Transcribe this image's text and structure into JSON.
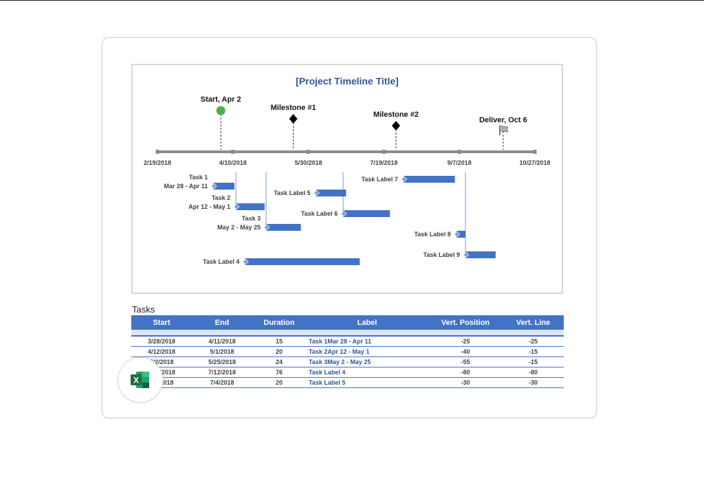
{
  "chart_data": {
    "type": "timeline",
    "title": "[Project Timeline Title]",
    "axis": {
      "ticks": [
        "2/19/2018",
        "4/10/2018",
        "5/30/2018",
        "7/19/2018",
        "9/7/2018",
        "10/27/2018"
      ],
      "range": [
        "2018-02-19",
        "2018-10-27"
      ]
    },
    "milestones": [
      {
        "label": "Start, Apr 2",
        "date": "2018-04-02",
        "marker": "circle",
        "color": "#4caf50",
        "height": 60
      },
      {
        "label": "Milestone #1",
        "date": "2018-05-20",
        "marker": "diamond",
        "color": "#000000",
        "height": 48
      },
      {
        "label": "Milestone #2",
        "date": "2018-07-27",
        "marker": "diamond",
        "color": "#000000",
        "height": 38
      },
      {
        "label": "Deliver, Oct 6",
        "date": "2018-10-06",
        "marker": "flag",
        "color": "#777777",
        "height": 30
      }
    ],
    "tasks": [
      {
        "label": "Task 1\nMar 28 - Apr 11",
        "start": "2018-03-28",
        "end": "2018-04-11",
        "position": -25,
        "line": -25
      },
      {
        "label": "Task 2\nApr 12 - May 1",
        "start": "2018-04-12",
        "end": "2018-05-01",
        "position": -40,
        "line": -15
      },
      {
        "label": "Task 3\nMay 2 - May 25",
        "start": "2018-05-02",
        "end": "2018-05-25",
        "position": -55,
        "line": -15
      },
      {
        "label": "Task Label 4",
        "start": "2018-04-18",
        "end": "2018-07-03",
        "position": -80,
        "line": -80
      },
      {
        "label": "Task Label 5",
        "start": "2018-06-04",
        "end": "2018-06-24",
        "position": -30,
        "line": -30
      },
      {
        "label": "Task Label 6",
        "start": "2018-06-22",
        "end": "2018-07-23",
        "position": -45,
        "line": -15
      },
      {
        "label": "Task Label 7",
        "start": "2018-08-01",
        "end": "2018-09-04",
        "position": -20,
        "line": -20
      },
      {
        "label": "Task Label 8",
        "start": "2018-09-05",
        "end": "2018-09-11",
        "position": -60,
        "line": -60
      },
      {
        "label": "Task Label 9",
        "start": "2018-09-11",
        "end": "2018-10-01",
        "position": -75,
        "line": -15
      }
    ],
    "colors": {
      "bar": "#4472c4",
      "axis": "#8c8c8c",
      "title": "#2f5597"
    }
  },
  "tasks_table": {
    "heading": "Tasks",
    "columns": [
      "Start",
      "End",
      "Duration",
      "Label",
      "Vert. Position",
      "Vert. Line"
    ],
    "rows": [
      [
        "3/28/2018",
        "4/11/2018",
        "15",
        "Task 1Mar 28 - Apr 11",
        "-25",
        "-25"
      ],
      [
        "4/12/2018",
        "5/1/2018",
        "20",
        "Task 2Apr 12 - May 1",
        "-40",
        "-15"
      ],
      [
        "5/2/2018",
        "5/25/2018",
        "24",
        "Task 3May 2 - May 25",
        "-55",
        "-15"
      ],
      [
        "4/18/2018",
        "7/12/2018",
        "76",
        "Task Label 4",
        "-80",
        "-80"
      ],
      [
        "6/4/2018",
        "7/4/2018",
        "20",
        "Task Label 5",
        "-30",
        "-30"
      ]
    ]
  },
  "badge": {
    "icon": "excel-icon",
    "letter": "X",
    "color": "#1d6f42"
  }
}
